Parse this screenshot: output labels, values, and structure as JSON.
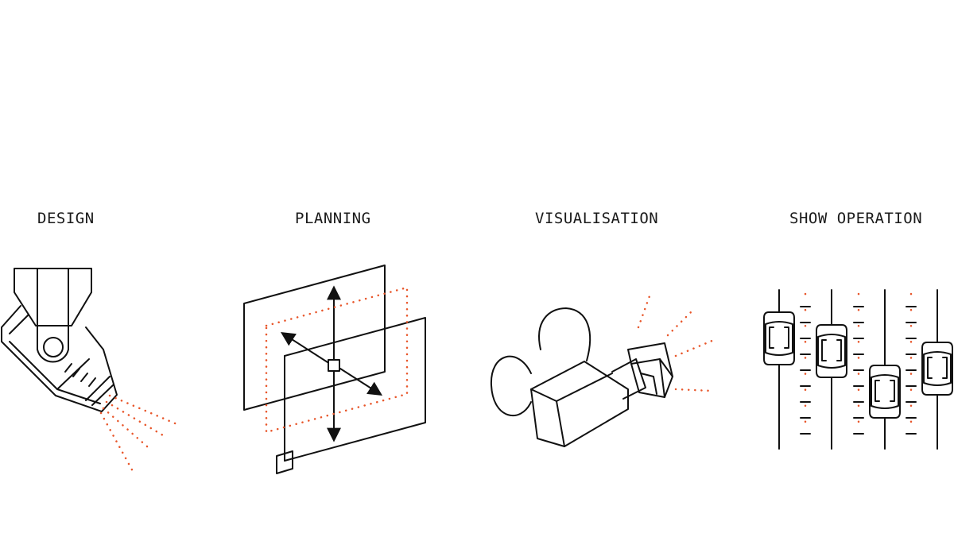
{
  "sections": [
    {
      "label": "DESIGN",
      "icon": "moving-head-light-icon"
    },
    {
      "label": "PLANNING",
      "icon": "plane-arrows-icon"
    },
    {
      "label": "VISUALISATION",
      "icon": "camera-icon"
    },
    {
      "label": "SHOW OPERATION",
      "icon": "fader-console-icon"
    }
  ],
  "colors": {
    "line": "#111111",
    "accent": "#e8562a",
    "background": "#ffffff"
  }
}
